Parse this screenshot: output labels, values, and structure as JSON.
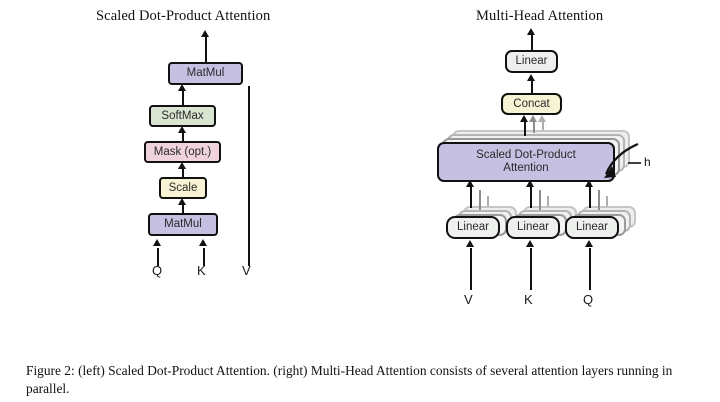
{
  "figure": {
    "caption": "Figure 2: (left) Scaled Dot-Product Attention.  (right) Multi-Head Attention consists of several attention layers running in parallel."
  },
  "panels": {
    "left": {
      "title": "Scaled Dot-Product Attention",
      "nodes": [
        {
          "label": "MatMul",
          "color": "#c6c1e2"
        },
        {
          "label": "SoftMax",
          "color": "#d9e4d1"
        },
        {
          "label": "Mask (opt.)",
          "color": "#f0d3dd"
        },
        {
          "label": "Scale",
          "color": "#f8f3d2"
        },
        {
          "label": "MatMul",
          "color": "#c6c1e2"
        }
      ],
      "inputs": [
        "Q",
        "K",
        "V"
      ]
    },
    "right": {
      "title": "Multi-Head Attention",
      "nodes": [
        {
          "label": "Linear",
          "color": "#eef0ee"
        },
        {
          "label": "Concat",
          "color": "#f8f3d2"
        },
        {
          "label": "Scaled Dot-Product",
          "label2": "Attention",
          "color": "#c6c1e2"
        },
        {
          "label": "Linear",
          "color": "#eef0ee"
        },
        {
          "label": "Linear",
          "color": "#eef0ee"
        },
        {
          "label": "Linear",
          "color": "#eef0ee"
        }
      ],
      "heads_label": "h",
      "inputs": [
        "V",
        "K",
        "Q"
      ]
    }
  },
  "colors": {
    "purple": "#c6c1e2",
    "green": "#d9e4d1",
    "pink": "#f0d3dd",
    "yellow": "#f8f3d2",
    "gray": "#eef0ee",
    "stroke": "#111111",
    "ghost_stroke": "#9a9a9a"
  }
}
